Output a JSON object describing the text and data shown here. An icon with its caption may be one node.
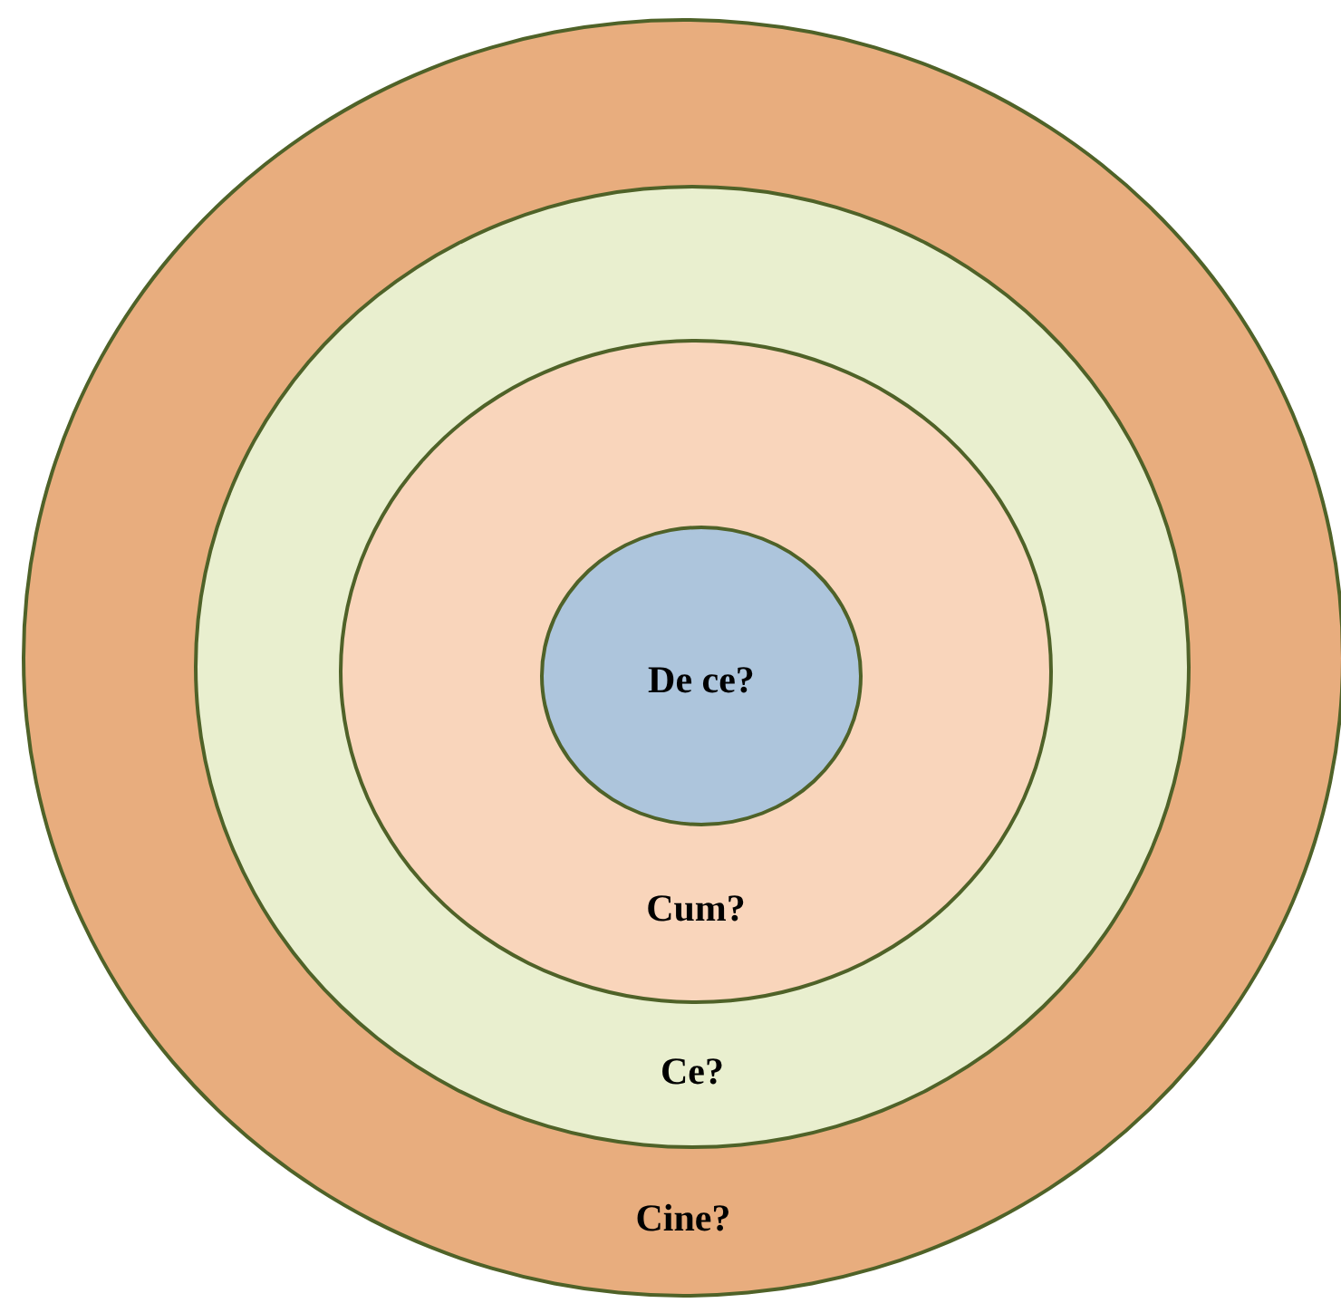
{
  "diagram": {
    "nodes": [
      {
        "text": [
          "Cine?"
        ]
      },
      {
        "text": [
          "Ce?"
        ],
        "in": 0
      },
      {
        "text": [
          "Cum?"
        ],
        "in": 1
      },
      {
        "text": [
          "De ce?"
        ],
        "in": 2
      }
    ]
  }
}
